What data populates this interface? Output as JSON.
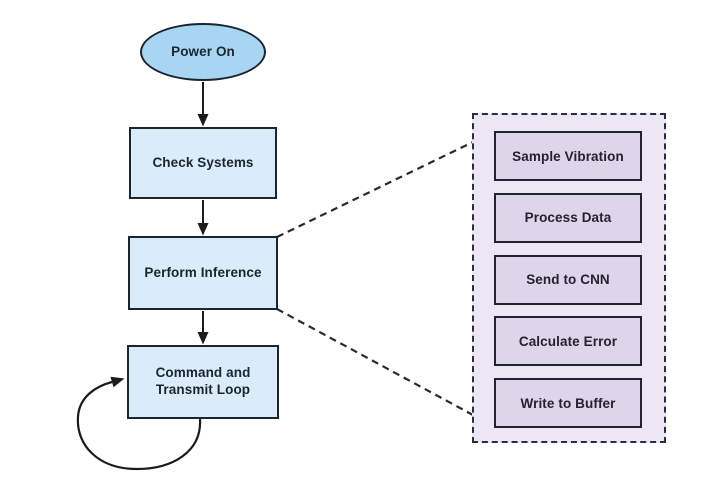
{
  "flowchart": {
    "start_label": "Power On",
    "step_check_label": "Check Systems",
    "step_inference_label": "Perform Inference",
    "step_loop_line1": "Command and",
    "step_loop_line2": "Transmit Loop"
  },
  "detail_panel": {
    "items": [
      {
        "label": "Sample Vibration"
      },
      {
        "label": "Process Data"
      },
      {
        "label": "Send to CNN"
      },
      {
        "label": "Calculate Error"
      },
      {
        "label": "Write to Buffer"
      }
    ]
  },
  "colors": {
    "terminal_fill": "#a8d6f2",
    "process_fill": "#daecf9",
    "node_border": "#1b2530",
    "panel_fill": "#ece7f4",
    "panel_item_fill": "#ded5ea",
    "panel_border": "#2c2c3a",
    "connector": "#1c1c1c",
    "background": "#ffffff"
  }
}
